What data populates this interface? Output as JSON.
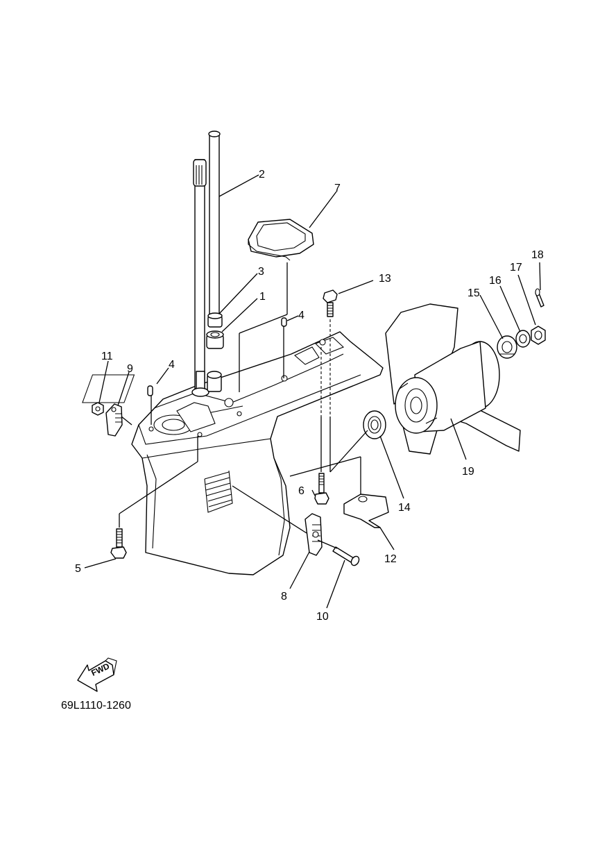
{
  "diagram": {
    "part_code": "69L1110-1260",
    "fwd_label": "FWD",
    "callouts": [
      {
        "id": "1",
        "text": "1"
      },
      {
        "id": "2",
        "text": "2"
      },
      {
        "id": "3",
        "text": "3"
      },
      {
        "id": "4a",
        "text": "4"
      },
      {
        "id": "4b",
        "text": "4"
      },
      {
        "id": "5",
        "text": "5"
      },
      {
        "id": "6",
        "text": "6"
      },
      {
        "id": "7",
        "text": "7"
      },
      {
        "id": "8",
        "text": "8"
      },
      {
        "id": "9",
        "text": "9"
      },
      {
        "id": "10",
        "text": "10"
      },
      {
        "id": "11",
        "text": "11"
      },
      {
        "id": "12",
        "text": "12"
      },
      {
        "id": "13",
        "text": "13"
      },
      {
        "id": "14",
        "text": "14"
      },
      {
        "id": "15",
        "text": "15"
      },
      {
        "id": "16",
        "text": "16"
      },
      {
        "id": "17",
        "text": "17"
      },
      {
        "id": "18",
        "text": "18"
      },
      {
        "id": "19",
        "text": "19"
      }
    ]
  }
}
